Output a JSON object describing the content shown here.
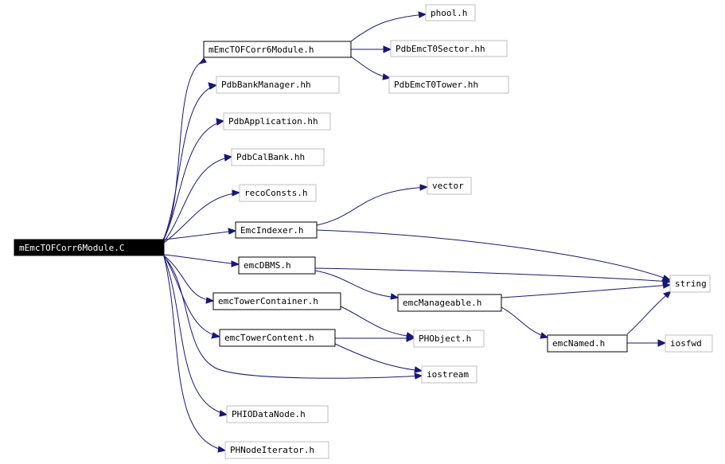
{
  "diagram": {
    "root": "mEmcTOFCorr6Module.C",
    "nodes": {
      "root": "mEmcTOFCorr6Module.C",
      "modh": "mEmcTOFCorr6Module.h",
      "phool": "phool.h",
      "sector": "PdbEmcT0Sector.hh",
      "tower": "PdbEmcT0Tower.hh",
      "bankmgr": "PdbBankManager.hh",
      "app": "PdbApplication.hh",
      "calbank": "PdbCalBank.hh",
      "reco": "recoConsts.h",
      "vector": "vector",
      "indexer": "EmcIndexer.h",
      "string": "string",
      "dbms": "emcDBMS.h",
      "container": "emcTowerContainer.h",
      "manageable": "emcManageable.h",
      "content": "emcTowerContent.h",
      "phobject": "PHObject.h",
      "named": "emcNamed.h",
      "iosfwd": "iosfwd",
      "iostream": "iostream",
      "datanode": "PHIODataNode.h",
      "nodeiter": "PHNodeIterator.h"
    },
    "colors": {
      "edge": "#191970",
      "root_fill": "#000000",
      "root_text": "#ffffff",
      "node_border": "#000000",
      "leaf_border": "#bfbfbf"
    }
  }
}
